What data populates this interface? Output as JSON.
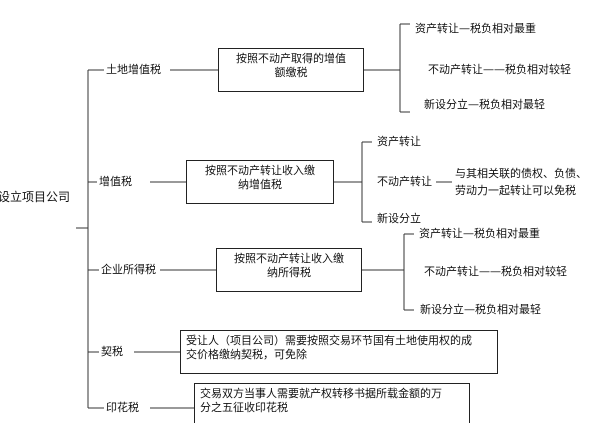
{
  "root": "设立项目公司",
  "taxes": [
    {
      "name": "土地增值税",
      "box": [
        "按照不动产取得的增值",
        "额缴税"
      ],
      "leaves": [
        "资产转让—税负相对最重",
        "不动产转让——税负相对较轻",
        "新设分立—税负相对最轻"
      ]
    },
    {
      "name": "增值税",
      "box": [
        "按照不动产转让收入缴",
        "纳增值税"
      ],
      "leaves": [
        "资产转让",
        "不动产转让",
        "新设分立"
      ],
      "note": [
        "与其相关联的债权、负债、",
        "劳动力一起转让可以免税"
      ]
    },
    {
      "name": "企业所得税",
      "box": [
        "按照不动产转让收入缴",
        "纳所得税"
      ],
      "leaves": [
        "资产转让—税负相对最重",
        "不动产转让——税负相对较轻",
        "新设分立—税负相对最轻"
      ]
    },
    {
      "name": "契税",
      "box": [
        "受让人（项目公司）需要按照交易环节国有土地使用权的成",
        "交价格缴纳契税，可免除"
      ]
    },
    {
      "name": "印花税",
      "box": [
        "交易双方当事人需要就产权转移书据所载金额的万",
        "分之五征收印花税"
      ]
    }
  ]
}
